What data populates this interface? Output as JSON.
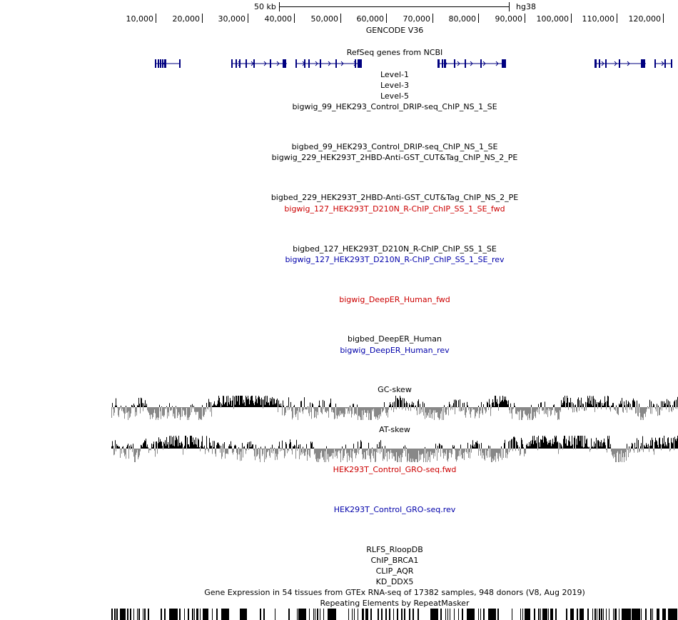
{
  "ruler": {
    "scale_label": "50 kb",
    "assembly_label": "hg38",
    "positions": [
      "10,000",
      "20,000",
      "30,000",
      "40,000",
      "50,000",
      "60,000",
      "70,000",
      "80,000",
      "90,000",
      "100,000",
      "110,000",
      "120,000"
    ]
  },
  "tracks": [
    {
      "label": "GENCODE V36",
      "color": "#000000"
    },
    {
      "label": "RefSeq genes from NCBI",
      "color": "#000000"
    },
    {
      "label": "Level-1",
      "color": "#000000"
    },
    {
      "label": "Level-3",
      "color": "#000000"
    },
    {
      "label": "Level-5",
      "color": "#000000"
    },
    {
      "label": "bigwig_99_HEK293_Control_DRIP-seq_ChIP_NS_1_SE",
      "color": "#000000"
    },
    {
      "label": "bigbed_99_HEK293_Control_DRIP-seq_ChIP_NS_1_SE",
      "color": "#000000"
    },
    {
      "label": "bigwig_229_HEK293T_2HBD-Anti-GST_CUT&Tag_ChIP_NS_2_PE",
      "color": "#000000"
    },
    {
      "label": "bigbed_229_HEK293T_2HBD-Anti-GST_CUT&Tag_ChIP_NS_2_PE",
      "color": "#000000"
    },
    {
      "label": "bigwig_127_HEK293T_D210N_R-ChIP_ChIP_SS_1_SE_fwd",
      "color": "#cc0000"
    },
    {
      "label": "bigbed_127_HEK293T_D210N_R-ChIP_ChIP_SS_1_SE",
      "color": "#000000"
    },
    {
      "label": "bigwig_127_HEK293T_D210N_R-ChIP_ChIP_SS_1_SE_rev",
      "color": "#0000aa"
    },
    {
      "label": "bigwig_DeepER_Human_fwd",
      "color": "#cc0000"
    },
    {
      "label": "bigbed_DeepER_Human",
      "color": "#000000"
    },
    {
      "label": "bigwig_DeepER_Human_rev",
      "color": "#0000aa"
    },
    {
      "label": "GC-skew",
      "color": "#000000"
    },
    {
      "label": "AT-skew",
      "color": "#000000"
    },
    {
      "label": "HEK293T_Control_GRO-seq.fwd",
      "color": "#cc0000"
    },
    {
      "label": "HEK293T_Control_GRO-seq.rev",
      "color": "#0000aa"
    },
    {
      "label": "RLFS_RloopDB",
      "color": "#000000"
    },
    {
      "label": "ChIP_BRCA1",
      "color": "#000000"
    },
    {
      "label": "CLIP_AQR",
      "color": "#000000"
    },
    {
      "label": "KD_DDX5",
      "color": "#000000"
    },
    {
      "label": "Gene Expression in 54 tissues from GTEx RNA-seq of 17382 samples, 948 donors (V8, Aug 2019)",
      "color": "#000000"
    },
    {
      "label": "Repeating Elements by RepeatMasker",
      "color": "#000000"
    }
  ],
  "colors": {
    "gene": "#000080",
    "skew_positive": "#000000",
    "skew_negative": "#888888",
    "repeat": "#000000"
  }
}
